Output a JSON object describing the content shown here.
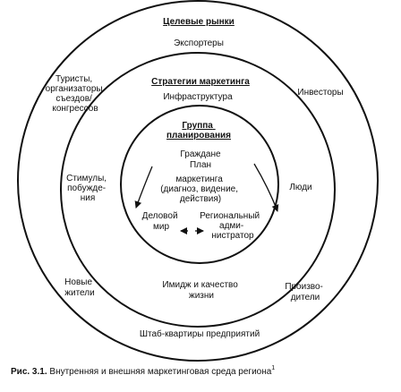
{
  "outer": {
    "title": "Целевые рынки",
    "exporters": "Экспортеры",
    "tourists": [
      "Туристы,",
      "организаторы",
      "съездов/",
      "конгрессов"
    ],
    "investors": "Инвесторы",
    "new_residents": [
      "Новые",
      "жители"
    ],
    "producers": [
      "Произво-",
      "дители"
    ],
    "headquarters": "Штаб-квартиры предприятий"
  },
  "middle": {
    "title": "Стратегии маркетинга",
    "infrastructure": "Инфраструктура",
    "incentives": [
      "Стимулы,",
      "побужде-",
      "ния"
    ],
    "people": "Люди",
    "image": [
      "Имидж и качество",
      "жизни"
    ]
  },
  "inner": {
    "title": [
      "Группа",
      "планирования"
    ],
    "citizens": "Граждане",
    "plan": "План",
    "marketing": [
      "маркетинга",
      "(диагноз, видение,",
      "действия)"
    ],
    "business": [
      "Деловой",
      "мир"
    ],
    "regional_admin": [
      "Региональный",
      "адми-",
      "нистратор"
    ]
  },
  "caption": {
    "label": "Рис. 3.1.",
    "text": " Внутренняя и внешняя маркетинговая среда региона",
    "note": "1"
  }
}
